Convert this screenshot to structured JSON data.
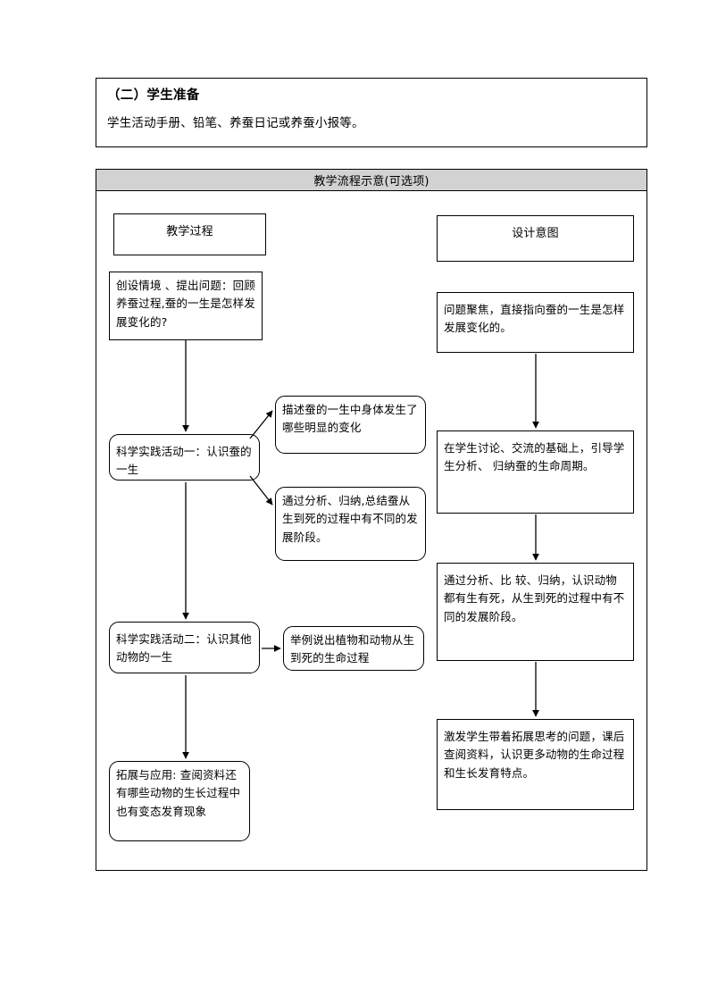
{
  "prep_section": {
    "heading": "（二）学生准备",
    "body": "学生活动手册、铅笔、养蚕日记或养蚕小报等。"
  },
  "flow_section": {
    "title": "教学流程示意(可选项)",
    "column_headers": {
      "left": "教学过程",
      "right": "设计意图"
    },
    "left_nodes": [
      {
        "id": "situation",
        "text": "创设情境 、提出问题：回顾养蚕过程,蚕的一生是怎样发展变化的?"
      },
      {
        "id": "activity-1",
        "text": "科学实践活动一：认识蚕的一生"
      },
      {
        "id": "activity-1-out-1",
        "text": "描述蚕的一生中身体发生了哪些明显的变化"
      },
      {
        "id": "activity-1-out-2",
        "text": "通过分析、归纳,总结蚕从生到死的过程中有不同的发展阶段。"
      },
      {
        "id": "activity-2",
        "text": "科学实践活动二：认识其他动物的一生"
      },
      {
        "id": "activity-2-out-1",
        "text": "举例说出植物和动物从生到死的生命过程"
      },
      {
        "id": "extension",
        "text": "拓展与应用: 查阅资料还有哪些动物的生长过程中也有变态发育现象"
      }
    ],
    "right_nodes": [
      {
        "id": "intent-1",
        "text": "问题聚焦，直接指向蚕的一生是怎样发展变化的。"
      },
      {
        "id": "intent-2",
        "text": "在学生讨论、交流的基础上，引导学生分析、 归纳蚕的生命周期。"
      },
      {
        "id": "intent-3",
        "text": "通过分析、比 较、归纳，认识动物都有生有死，从生到死的过程中有不同的发展阶段。"
      },
      {
        "id": "intent-4",
        "text": "激发学生带着拓展思考的问题，课后查阅资料，认识更多动物的生命过程和生长发育特点。"
      }
    ]
  },
  "colors": {
    "title_bar_background": "#d2d2d2",
    "border": "#000000",
    "page_background": "#ffffff"
  }
}
